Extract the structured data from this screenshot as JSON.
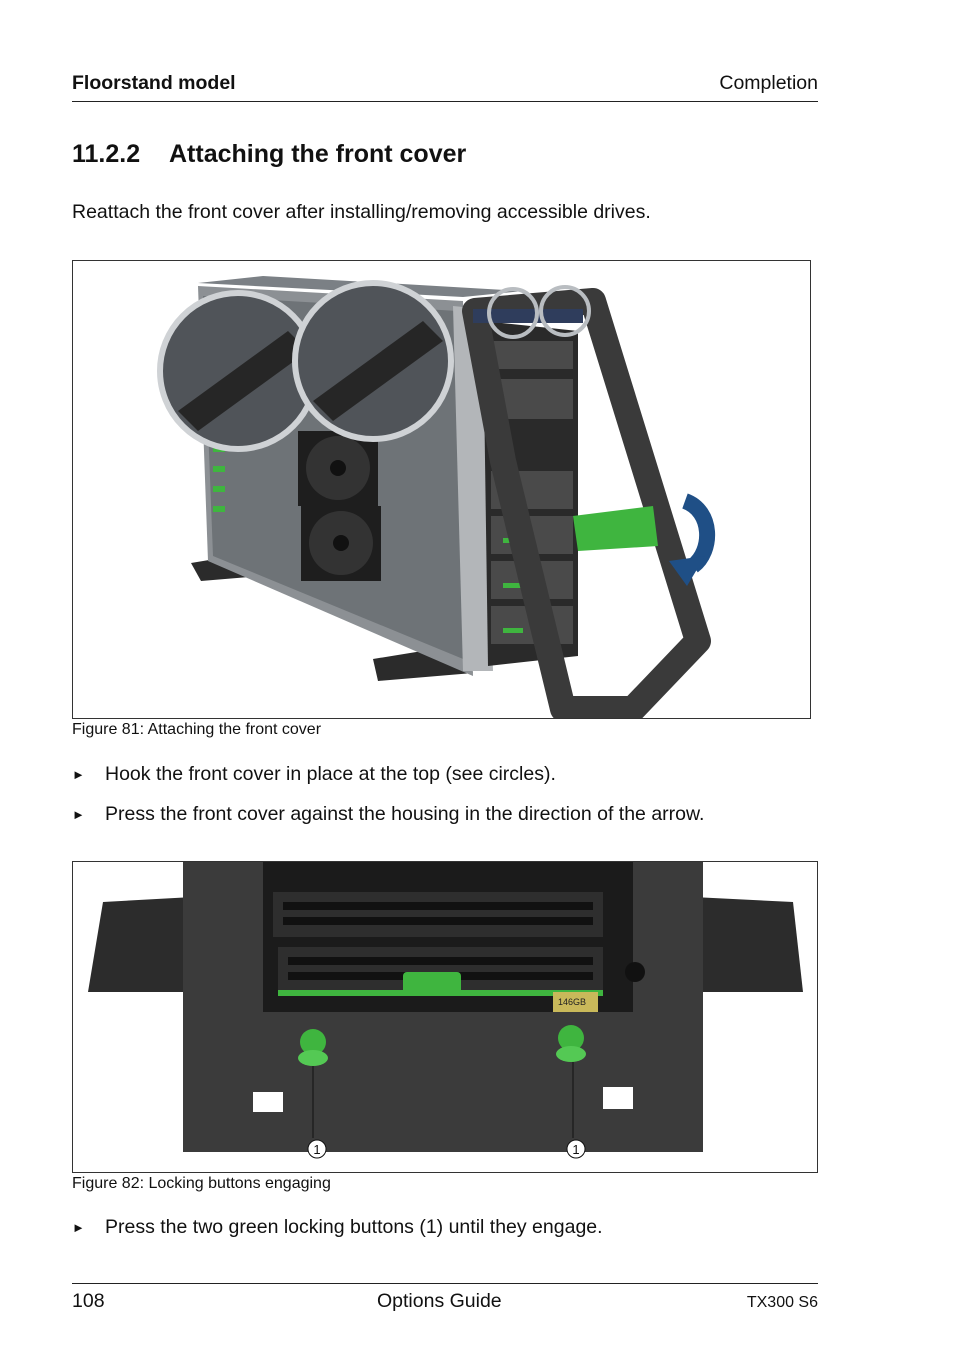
{
  "header": {
    "section": "Floorstand model",
    "chapter": "Completion"
  },
  "heading": {
    "number": "11.2.2",
    "title": "Attaching the front cover"
  },
  "intro": "Reattach the front cover after installing/removing accessible drives.",
  "figure1": {
    "caption": "Figure 81: Attaching the front cover"
  },
  "steps1": [
    {
      "marker": "►",
      "text": "Hook the front cover in place at the top (see circles)."
    },
    {
      "marker": "►",
      "text": "Press the front cover against the housing in the direction of the arrow."
    }
  ],
  "figure2": {
    "caption": "Figure 82: Locking buttons engaging",
    "callouts": [
      "1",
      "1"
    ],
    "drive_label": "146GB"
  },
  "steps2": [
    {
      "marker": "►",
      "text": "Press the two green locking buttons (1) until they engage."
    }
  ],
  "footer": {
    "page": "108",
    "title": "Options Guide",
    "model": "TX300 S6"
  },
  "colors": {
    "accent_green": "#3fb53f",
    "arrow_blue": "#1f4f86",
    "chassis_dark": "#3a3a3a"
  }
}
